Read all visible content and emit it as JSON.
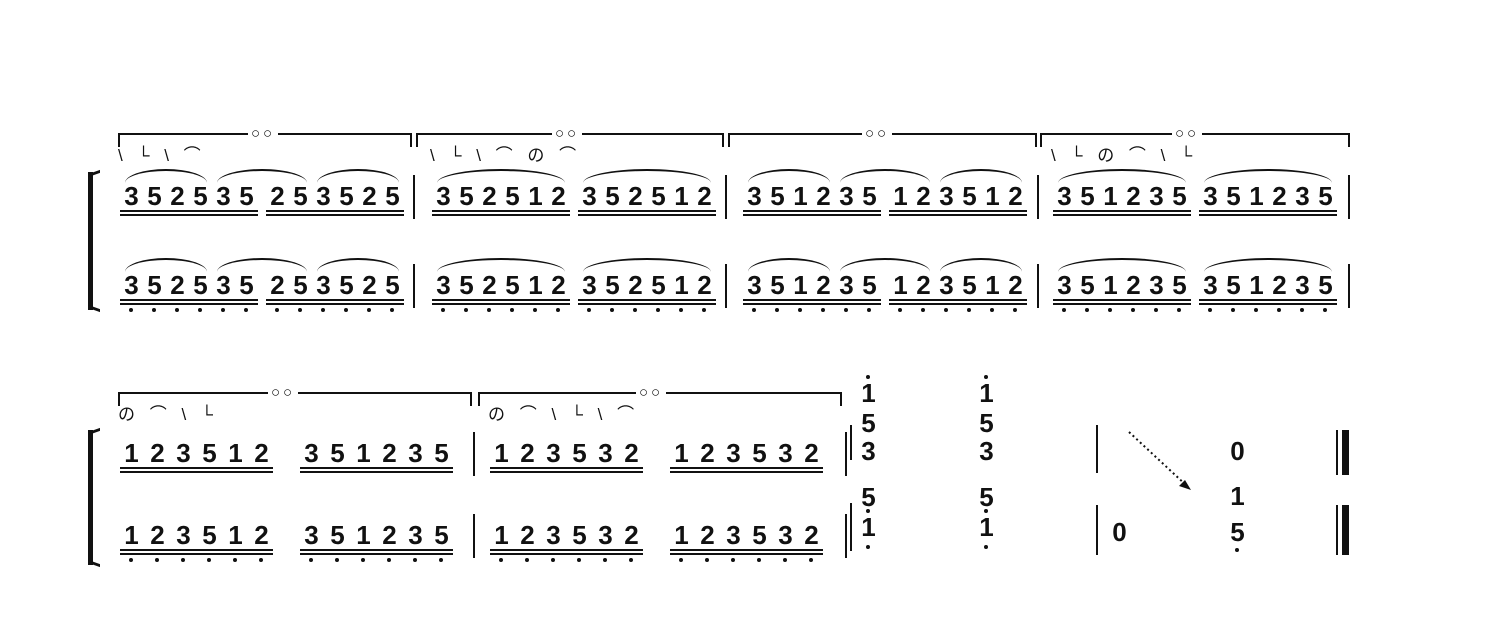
{
  "systems": [
    {
      "measures": [
        {
          "notes": "352535253525",
          "slur_size": 4,
          "marks": "\\ └ \\ ⌒",
          "harmonic": "○○"
        },
        {
          "notes": "352512352512",
          "slur_size": 6,
          "marks": "\\ └ \\ ⌒ の ⌒",
          "harmonic": "○○"
        },
        {
          "notes": "351235123512",
          "slur_size": 4,
          "marks": "",
          "harmonic": "○○"
        },
        {
          "notes": "351235351235",
          "slur_size": 6,
          "marks": "\\ └ の ⌒ \\ └",
          "harmonic": "○○"
        }
      ]
    },
    {
      "measures": [
        {
          "notes": "123512351235",
          "slur_size": 0,
          "marks": "の ⌒ \\ └",
          "harmonic": "○○"
        },
        {
          "notes": "123532123532",
          "slur_size": 0,
          "marks": "の ⌒ \\ └ \\ ⌒",
          "harmonic": "○○"
        }
      ]
    }
  ],
  "ending": {
    "upper_chord_1": [
      "1",
      "5",
      "3"
    ],
    "upper_chord_2": [
      "1",
      "5",
      "3"
    ],
    "lower_chord_1": [
      "5",
      "1"
    ],
    "lower_chord_2": [
      "5",
      "1"
    ],
    "lower_rest": "0",
    "upper_rest": "0",
    "final_upper": "1",
    "final_lower": "5"
  }
}
